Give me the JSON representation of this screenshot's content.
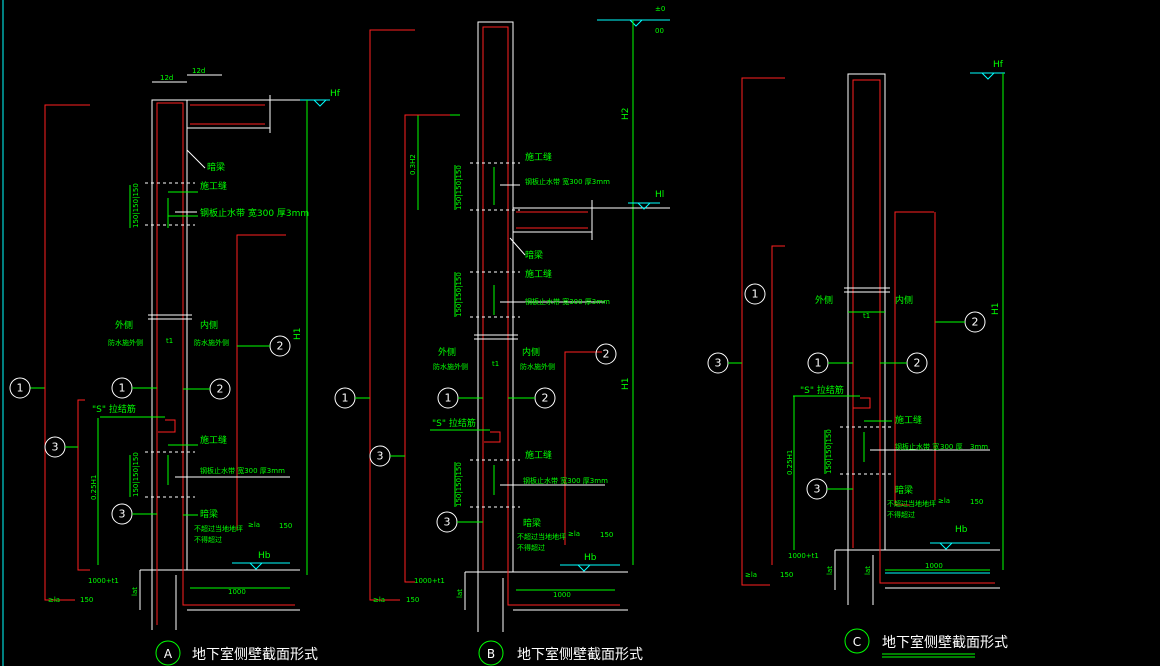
{
  "sections": [
    {
      "key": "A",
      "caption": "地下室侧壁截面形式",
      "callouts": [
        "1",
        "2",
        "3",
        "1",
        "2",
        "3"
      ],
      "texts": {
        "dim_12d_a": "12d",
        "dim_12d_b": "12d",
        "hf": "Hf",
        "h1": "H1",
        "hb": "Hb",
        "crack": "暗梁",
        "const_joint_1": "施工缝",
        "waterstop_1": "钢板止水带 宽300 厚3mm",
        "dims_1": "150|150|150",
        "outer": "外侧",
        "inner": "内侧",
        "waterproof_out": "防水施外侧",
        "waterproof_in": "防水施外侧",
        "t1": "t1",
        "s_stop": "\"S\" 拉结筋",
        "const_joint_2": "施工缝",
        "waterstop_2": "钢板止水带 宽300 厚3mm",
        "dims_2": "150|150|150",
        "dark_beam": "暗梁",
        "note_1": "不超过当地地坪",
        "note_2": "不得超过",
        "ratio": "0.25H1",
        "dim_1000t1": "1000+t1",
        "dim_1000": "1000",
        "lae_l": "≥la",
        "lae_r": "≥la",
        "dim_150_l": "150",
        "dim_150_r": "150",
        "lat": "lat"
      }
    },
    {
      "key": "B",
      "caption": "地下室侧壁截面形式",
      "callouts": [
        "1",
        "2",
        "3",
        "1",
        "2",
        "3"
      ],
      "texts": {
        "pm0": "±0",
        "zero": "00",
        "h2": "H2",
        "ratio_top": "0.3H2",
        "h1": "H1",
        "hl": "Hl",
        "hb": "Hb",
        "const_joint_1": "施工缝",
        "waterstop_1": "钢板止水带 宽300 厚3mm",
        "crack": "暗梁",
        "const_joint_2": "施工缝",
        "waterstop_2": "钢板止水带 宽300 厚3mm",
        "outer": "外侧",
        "inner": "内侧",
        "waterproof_out": "防水施外侧",
        "waterproof_in": "防水施外侧",
        "t1": "t1",
        "s_stop": "\"S\" 拉结筋",
        "const_joint_3": "施工缝",
        "waterstop_3": "钢板止水带 宽300 厚3mm",
        "dark_beam": "暗梁",
        "note_1": "不超过当地地坪",
        "note_2": "不得超过",
        "dim_1000t1": "1000+t1",
        "dim_1000": "1000",
        "lae_l": "≥la",
        "lae_r": "≥la",
        "dim_150_l": "150",
        "dim_150_r": "150",
        "lat": "lat",
        "dims_a": "150|150|150",
        "dims_b": "150|150|150",
        "dims_c": "150|150|150"
      }
    },
    {
      "key": "C",
      "caption": "地下室侧壁截面形式",
      "callouts": [
        "1",
        "2",
        "3",
        "1",
        "2",
        "3"
      ],
      "texts": {
        "hf": "Hf",
        "h1": "H1",
        "hb": "Hb",
        "outer": "外侧",
        "inner": "内侧",
        "t1": "t1",
        "s_stop": "\"S\" 拉结筋",
        "const_joint": "施工缝",
        "waterstop": "钢板止水带 宽",
        "waterstop_w": "300 厚",
        "waterstop_t": "3mm",
        "dims": "150|150|150",
        "dark_beam": "暗梁",
        "note_1": "不超过当地地坪",
        "note_2": "不得超过",
        "ratio": "0.25H1",
        "dim_1000t1": "1000+t1",
        "dim_1000": "1000",
        "lae_l": "≥la",
        "lae_r": "≥la",
        "dim_150_l": "150",
        "dim_150_r": "150",
        "lat": "lat"
      }
    }
  ],
  "colors": {
    "background": "#000000",
    "concrete": "#ffffff",
    "rebar": "#ff2020",
    "annotation": "#00ff00",
    "aux": "#00ffff"
  }
}
